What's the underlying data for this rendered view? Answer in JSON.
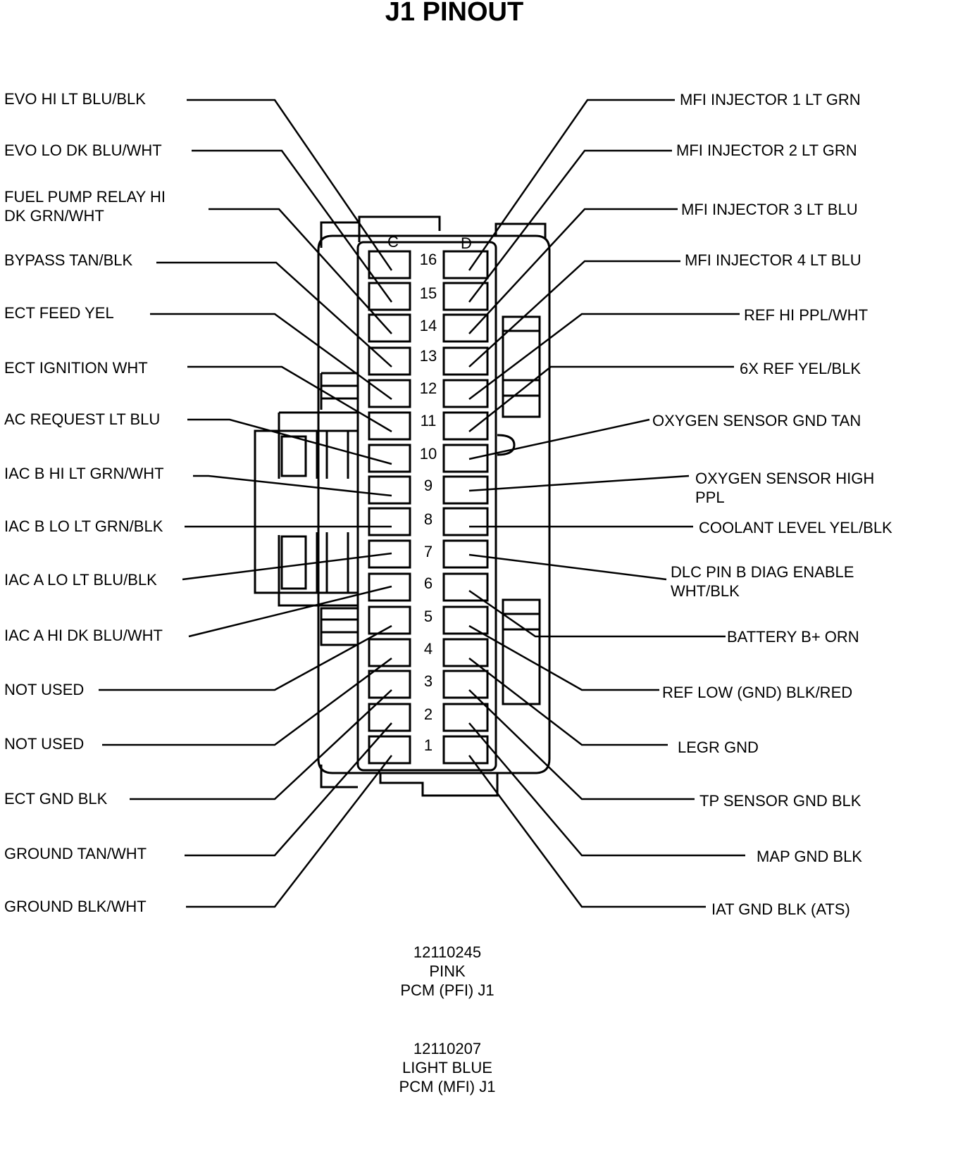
{
  "title": "J1 PINOUT",
  "connector": {
    "col_left": "C",
    "col_right": "D",
    "pins": [
      "16",
      "15",
      "14",
      "13",
      "12",
      "11",
      "10",
      "9",
      "8",
      "7",
      "6",
      "5",
      "4",
      "3",
      "2",
      "1"
    ]
  },
  "left_labels": [
    {
      "pin": 16,
      "lines": [
        "EVO HI  LT BLU/BLK"
      ]
    },
    {
      "pin": 15,
      "lines": [
        "EVO LO  DK BLU/WHT"
      ]
    },
    {
      "pin": 14,
      "lines": [
        "FUEL PUMP RELAY HI",
        "DK GRN/WHT"
      ]
    },
    {
      "pin": 13,
      "lines": [
        "BYPASS  TAN/BLK"
      ]
    },
    {
      "pin": 12,
      "lines": [
        "ECT FEED    YEL"
      ]
    },
    {
      "pin": 11,
      "lines": [
        "ECT IGNITION  WHT"
      ]
    },
    {
      "pin": 10,
      "lines": [
        "AC REQUEST  LT BLU"
      ]
    },
    {
      "pin": 9,
      "lines": [
        "IAC B HI  LT GRN/WHT"
      ]
    },
    {
      "pin": 8,
      "lines": [
        "IAC B LO  LT GRN/BLK"
      ]
    },
    {
      "pin": 7,
      "lines": [
        "IAC A LO  LT BLU/BLK"
      ]
    },
    {
      "pin": 6,
      "lines": [
        "IAC A HI DK BLU/WHT"
      ]
    },
    {
      "pin": 5,
      "lines": [
        "NOT USED"
      ]
    },
    {
      "pin": 4,
      "lines": [
        "NOT USED"
      ]
    },
    {
      "pin": 3,
      "lines": [
        "ECT GND  BLK"
      ]
    },
    {
      "pin": 2,
      "lines": [
        "GROUND  TAN/WHT"
      ]
    },
    {
      "pin": 1,
      "lines": [
        "GROUND   BLK/WHT"
      ]
    }
  ],
  "right_labels": [
    {
      "pin": 16,
      "lines": [
        "MFI INJECTOR 1  LT GRN"
      ]
    },
    {
      "pin": 15,
      "lines": [
        "MFI INJECTOR  2  LT GRN"
      ]
    },
    {
      "pin": 14,
      "lines": [
        "MFI INJECTOR 3  LT BLU"
      ]
    },
    {
      "pin": 13,
      "lines": [
        "MFI INJECTOR 4 LT BLU"
      ]
    },
    {
      "pin": 12,
      "lines": [
        "REF HI  PPL/WHT"
      ]
    },
    {
      "pin": 11,
      "lines": [
        "6X REF  YEL/BLK"
      ]
    },
    {
      "pin": 10,
      "lines": [
        "OXYGEN SENSOR GND TAN"
      ]
    },
    {
      "pin": 9,
      "lines": [
        "OXYGEN SENSOR HIGH",
        "PPL"
      ]
    },
    {
      "pin": 8,
      "lines": [
        "COOLANT LEVEL YEL/BLK"
      ]
    },
    {
      "pin": 7,
      "lines": [
        "DLC PIN B  DIAG ENABLE",
        "WHT/BLK"
      ]
    },
    {
      "pin": 6,
      "lines": [
        "BATTERY B+   ORN"
      ]
    },
    {
      "pin": 5,
      "lines": [
        "REF LOW (GND)  BLK/RED"
      ]
    },
    {
      "pin": 4,
      "lines": [
        "LEGR GND"
      ]
    },
    {
      "pin": 3,
      "lines": [
        "TP SENSOR GND   BLK"
      ]
    },
    {
      "pin": 2,
      "lines": [
        "MAP GND  BLK"
      ]
    },
    {
      "pin": 1,
      "lines": [
        "IAT GND  BLK (ATS)"
      ]
    }
  ],
  "notes": [
    {
      "lines": [
        "12110245",
        "PINK",
        "PCM (PFI) J1"
      ]
    },
    {
      "lines": [
        "12110207",
        "LIGHT BLUE",
        "PCM (MFI) J1"
      ]
    }
  ]
}
